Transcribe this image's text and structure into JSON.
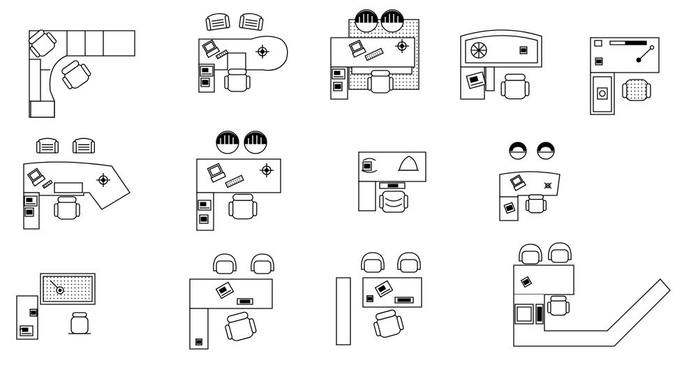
{
  "drawing": {
    "title": "",
    "background": "#ffffff",
    "line_color": "#000000",
    "layouts": [
      {
        "id": 1,
        "desk_shape": "L-shaped modular workstation",
        "chairs": 1,
        "visitor_chairs": 0
      },
      {
        "id": 2,
        "desk_shape": "curved executive desk with return",
        "chairs": 1,
        "visitor_chairs": 2
      },
      {
        "id": 3,
        "desk_shape": "executive desk on patterned rug",
        "chairs": 1,
        "visitor_chairs": 2
      },
      {
        "id": 4,
        "desk_shape": "bow-front desk with side return",
        "chairs": 1,
        "visitor_chairs": 0
      },
      {
        "id": 5,
        "desk_shape": "rectangular desk with return",
        "chairs": 1,
        "visitor_chairs": 0
      },
      {
        "id": 6,
        "desk_shape": "angled executive desk with return",
        "chairs": 1,
        "visitor_chairs": 2
      },
      {
        "id": 7,
        "desk_shape": "rectangular desk with return",
        "chairs": 1,
        "visitor_chairs": 2
      },
      {
        "id": 8,
        "desk_shape": "compact L-shaped desk",
        "chairs": 1,
        "visitor_chairs": 0
      },
      {
        "id": 9,
        "desk_shape": "curved desk with return",
        "chairs": 1,
        "visitor_chairs": 2
      },
      {
        "id": 10,
        "desk_shape": "desk with dotted rug and credenza",
        "chairs": 1,
        "visitor_chairs": 0
      },
      {
        "id": 11,
        "desk_shape": "rectangular desk with return",
        "chairs": 1,
        "visitor_chairs": 2
      },
      {
        "id": 12,
        "desk_shape": "rectangular desk with separate credenza",
        "chairs": 1,
        "visitor_chairs": 2
      },
      {
        "id": 13,
        "desk_shape": "desk with long angled counter",
        "chairs": 1,
        "visitor_chairs": 2
      }
    ]
  }
}
